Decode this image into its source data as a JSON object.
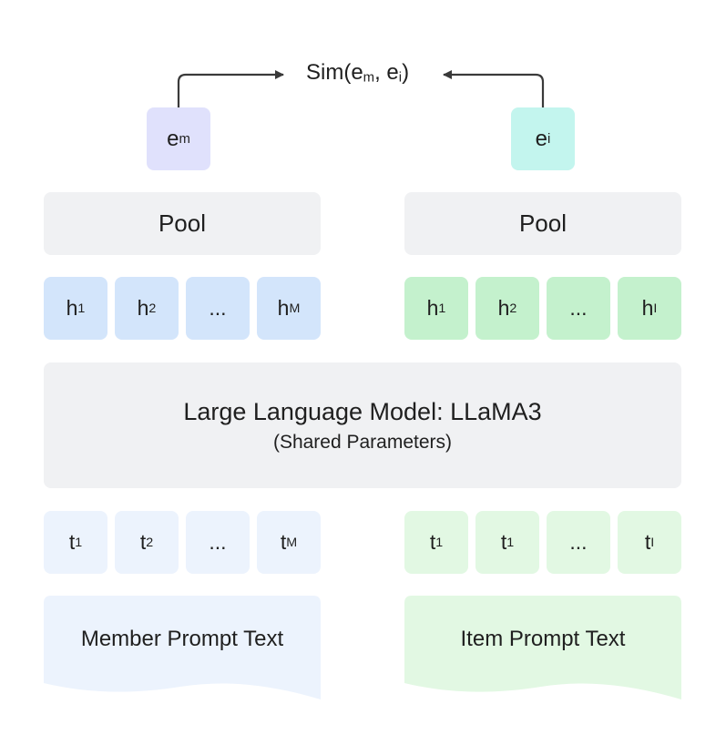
{
  "similarity": {
    "prefix": "Sim(e",
    "sub1": "m",
    "mid": ", e",
    "sub2": "i",
    "suffix": ")"
  },
  "embeddings": {
    "member": {
      "base": "e",
      "sub": "m"
    },
    "item": {
      "base": "e",
      "sub": "i"
    }
  },
  "pool": {
    "left_label": "Pool",
    "right_label": "Pool"
  },
  "hidden_left": [
    {
      "base": "h",
      "sub": "1"
    },
    {
      "base": "h",
      "sub": "2"
    },
    {
      "base": "...",
      "sub": ""
    },
    {
      "base": "h",
      "sub": "M"
    }
  ],
  "hidden_right": [
    {
      "base": "h",
      "sub": "1"
    },
    {
      "base": "h",
      "sub": "2"
    },
    {
      "base": "...",
      "sub": ""
    },
    {
      "base": "h",
      "sub": "I"
    }
  ],
  "llm": {
    "title": "Large Language Model: LLaMA3",
    "subtitle": "(Shared Parameters)"
  },
  "tokens_left": [
    {
      "base": "t",
      "sub": "1"
    },
    {
      "base": "t",
      "sub": "2"
    },
    {
      "base": "...",
      "sub": ""
    },
    {
      "base": "t",
      "sub": "M"
    }
  ],
  "tokens_right": [
    {
      "base": "t",
      "sub": "1"
    },
    {
      "base": "t",
      "sub": "1"
    },
    {
      "base": "...",
      "sub": ""
    },
    {
      "base": "t",
      "sub": "I"
    }
  ],
  "prompts": {
    "member": "Member Prompt Text",
    "item": "Item Prompt Text"
  },
  "colors": {
    "member_embedding": "#e0e1fc",
    "item_embedding": "#c3f5ee",
    "member_hidden": "#d3e5fb",
    "item_hidden": "#c4f1cd",
    "member_prompt": "#ecf3fd",
    "item_prompt": "#e2f8e3",
    "neutral": "#f0f1f3",
    "arrow": "#3a3a3a"
  }
}
